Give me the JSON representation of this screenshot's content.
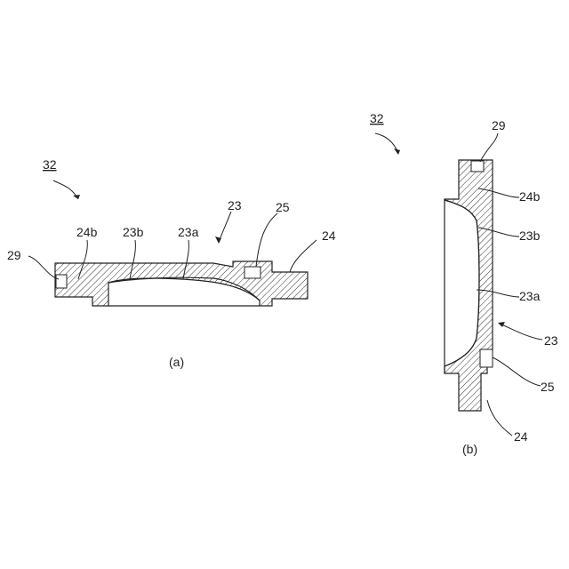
{
  "figure_a": {
    "ref": "32",
    "caption": "(a)",
    "labels": {
      "l29": "29",
      "l24b": "24b",
      "l23b": "23b",
      "l23a": "23a",
      "l23": "23",
      "l25": "25",
      "l24": "24"
    }
  },
  "figure_b": {
    "ref": "32",
    "caption": "(b)",
    "labels": {
      "l29": "29",
      "l24b": "24b",
      "l23b": "23b",
      "l23a": "23a",
      "l23": "23",
      "l25": "25",
      "l24": "24"
    }
  }
}
